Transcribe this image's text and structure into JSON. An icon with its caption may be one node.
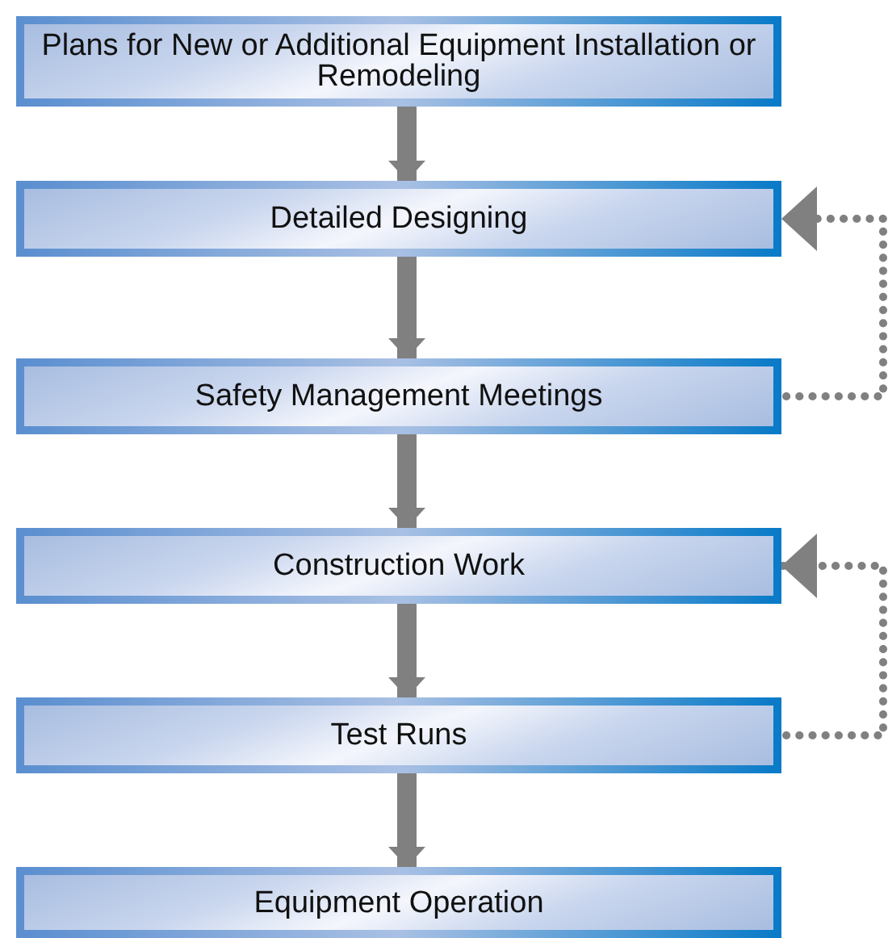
{
  "diagram": {
    "nodes": [
      {
        "text": [
          "Plans for New or Additional Equipment Installation or Remodeling"
        ]
      },
      {
        "text": [
          "Detailed Designing"
        ]
      },
      {
        "text": [
          "Safety Management Meetings"
        ]
      },
      {
        "text": [
          "Construction Work"
        ]
      },
      {
        "text": [
          "Test Runs"
        ]
      },
      {
        "text": [
          "Equipment Operation"
        ]
      }
    ],
    "edges": [
      {
        "from": 0,
        "to": 1,
        "arrow": "to"
      },
      {
        "from": 1,
        "to": 2,
        "arrow": "to"
      },
      {
        "from": 2,
        "to": 3,
        "arrow": "to"
      },
      {
        "from": 3,
        "to": 4,
        "arrow": "to"
      },
      {
        "from": 4,
        "to": 5,
        "arrow": "to"
      },
      {
        "from": 2,
        "to": 1,
        "arrow": "to",
        "style": "dashed"
      },
      {
        "from": 4,
        "to": 3,
        "arrow": "to",
        "style": "dashed"
      }
    ]
  }
}
